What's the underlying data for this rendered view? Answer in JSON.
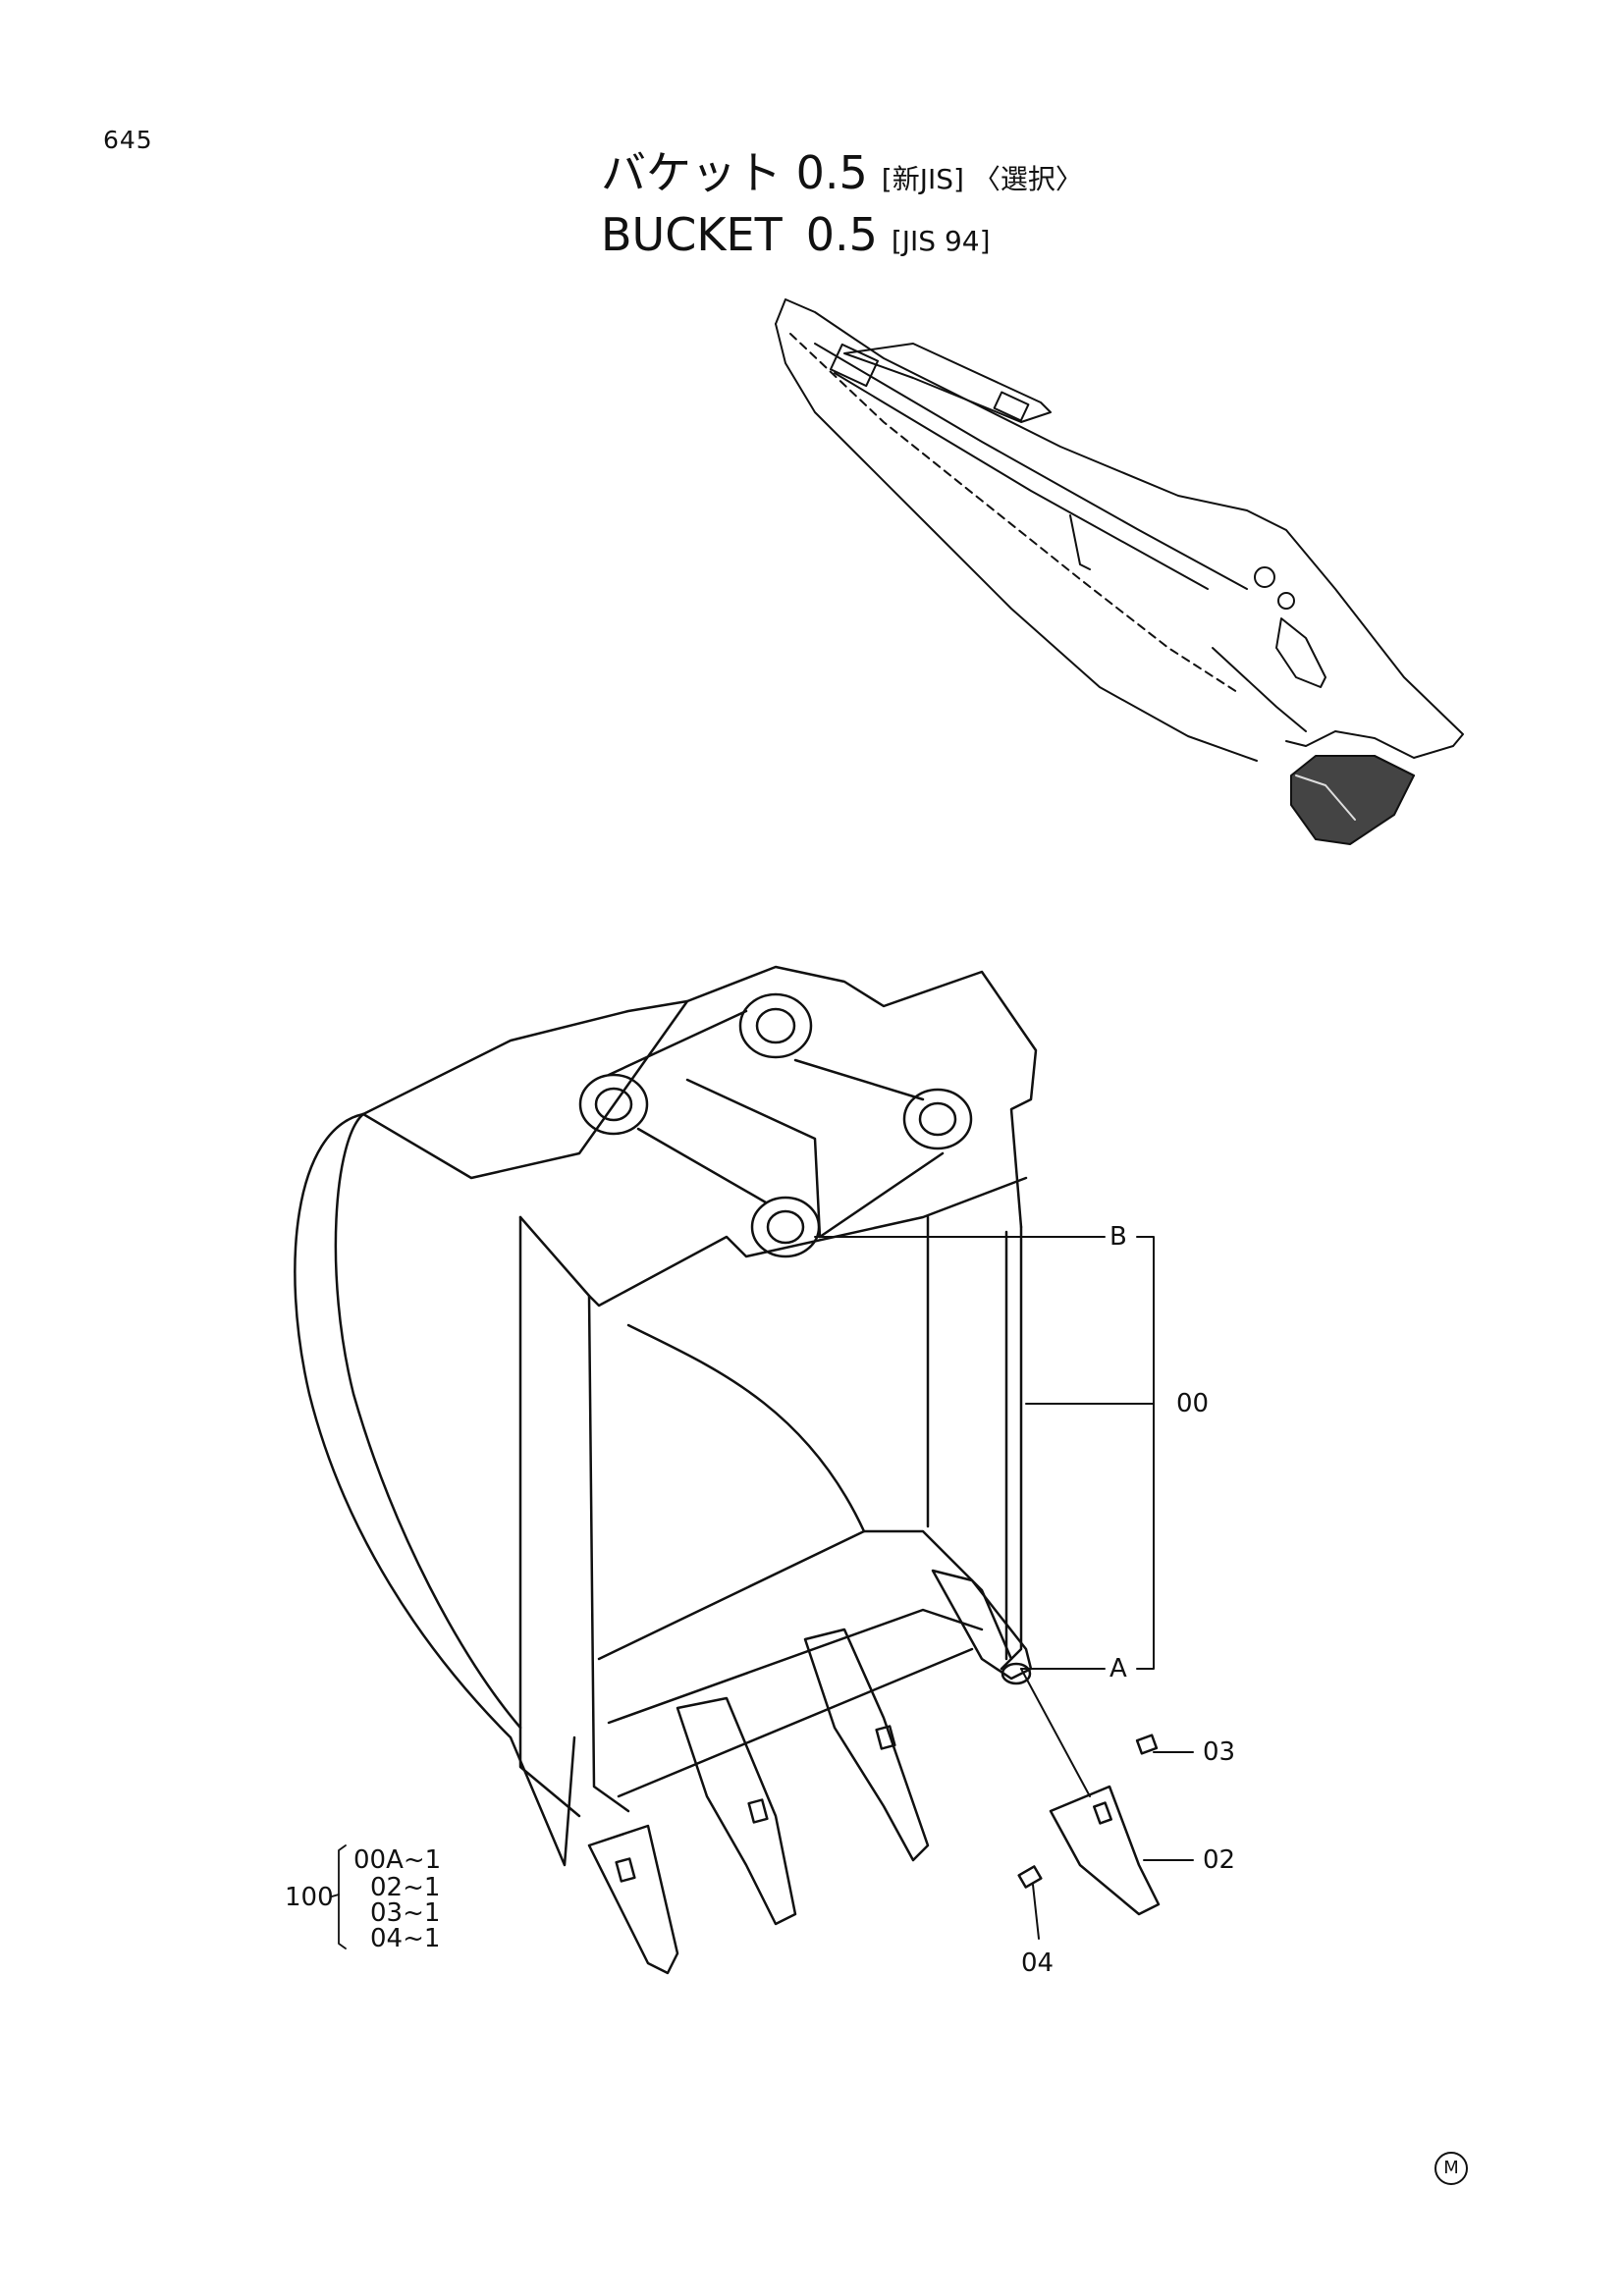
{
  "page_number": "645",
  "title_jp": "バケット 0.5",
  "title_jp_tag": "[新JIS] 〈選択〉",
  "title_en": "BUCKET",
  "title_en_num": "0.5",
  "title_en_tag": "[JIS 94]",
  "callouts": {
    "b": "B",
    "a": "A",
    "p00": "00",
    "p03": "03",
    "p02": "02",
    "p04": "04"
  },
  "kit": {
    "number": "100",
    "items": [
      "00A~1",
      "02~1",
      "03~1",
      "04~1"
    ]
  },
  "corner_mark": "M"
}
